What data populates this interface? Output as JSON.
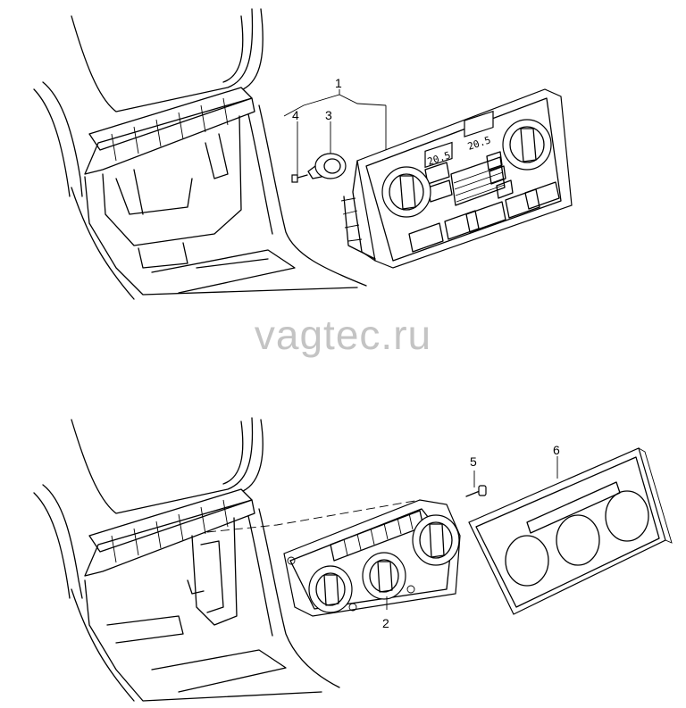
{
  "watermark": "vagtec.ru",
  "callouts": [
    {
      "id": "1",
      "label": "1"
    },
    {
      "id": "2",
      "label": "2"
    },
    {
      "id": "3",
      "label": "3"
    },
    {
      "id": "4",
      "label": "4"
    },
    {
      "id": "5",
      "label": "5"
    },
    {
      "id": "6",
      "label": "6"
    }
  ],
  "display": {
    "left_temp": "20.5",
    "right_temp": "20.5"
  }
}
